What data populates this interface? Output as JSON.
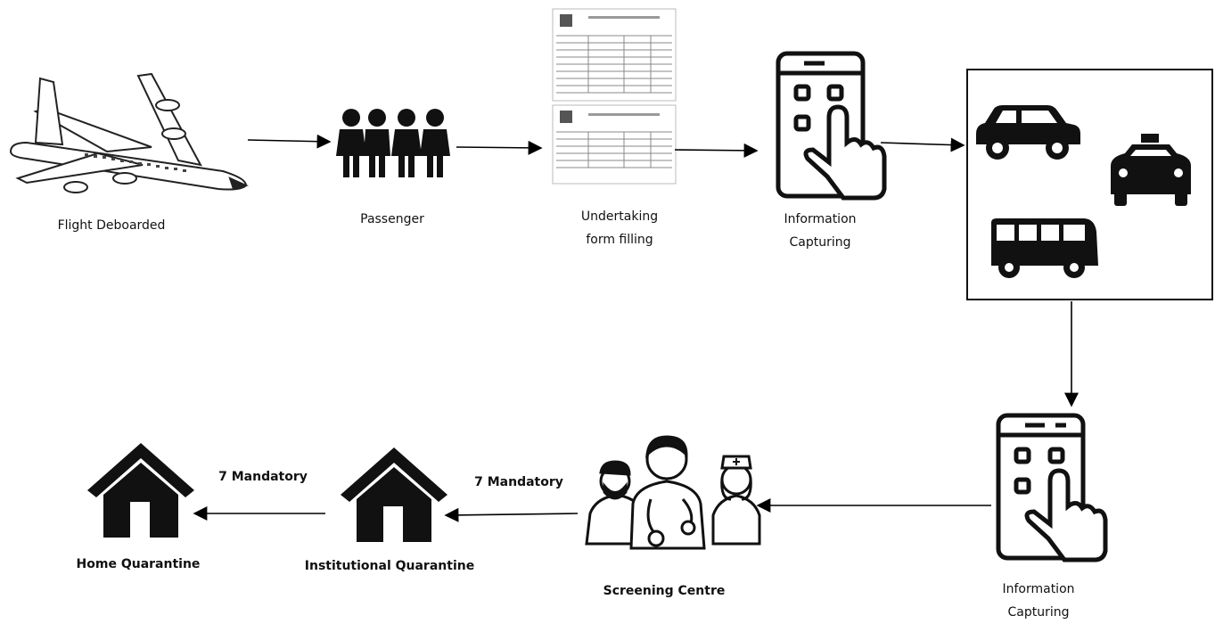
{
  "steps": {
    "flight": "Flight Deboarded",
    "passenger": "Passenger",
    "form_line1": "Undertaking",
    "form_line2": "form filling",
    "info1_line1": "Information",
    "info1_line2": "Capturing",
    "info2_line1": "Information",
    "info2_line2": "Capturing",
    "screening": "Screening Centre",
    "institutional": "Institutional Quarantine",
    "home": "Home Quarantine"
  },
  "edges": {
    "to_institutional": "7 Mandatory",
    "to_home": "7 Mandatory"
  }
}
